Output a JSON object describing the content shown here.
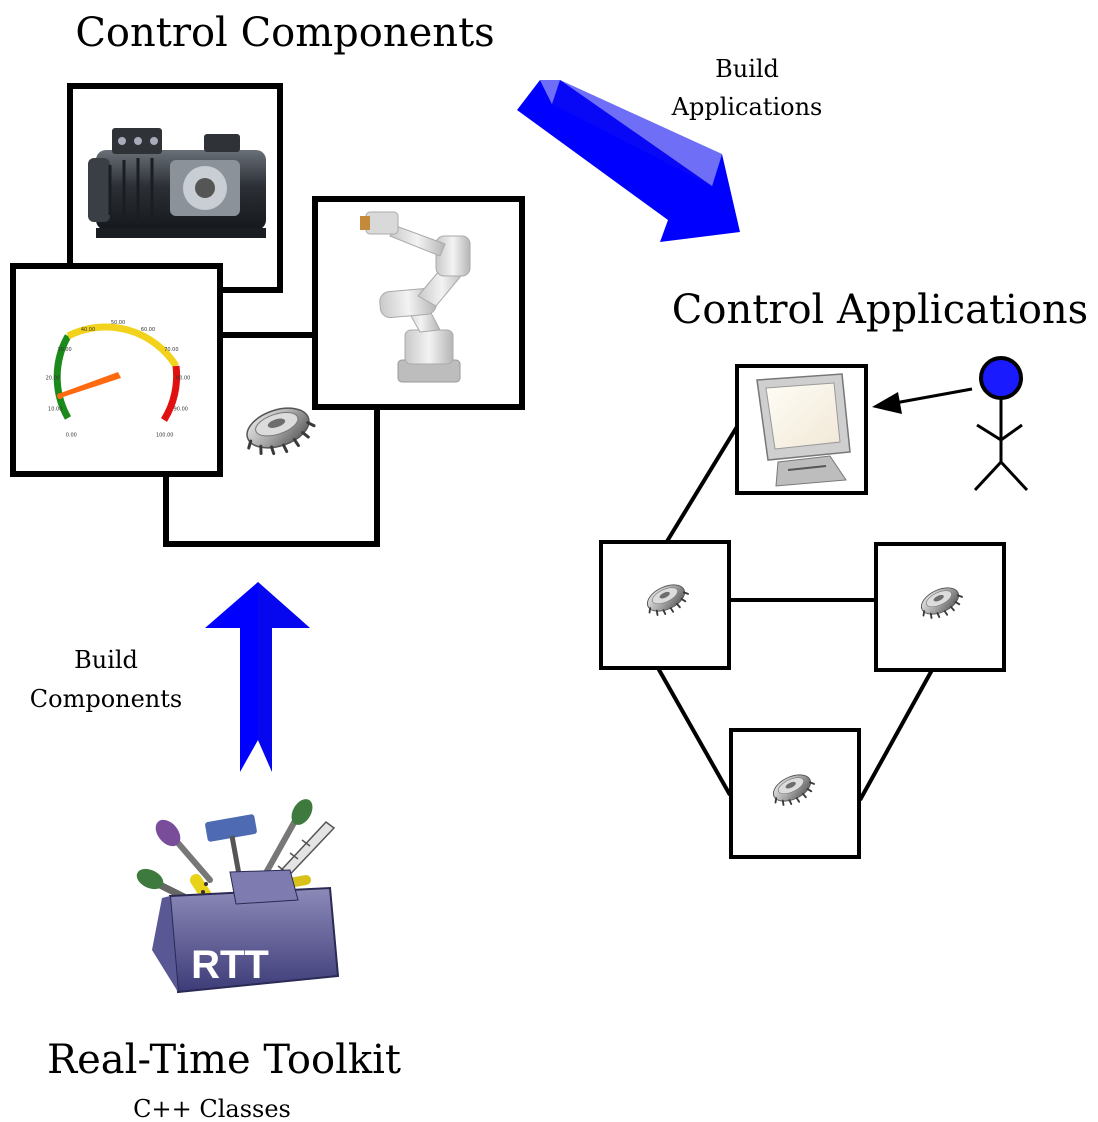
{
  "titles": {
    "control_components": "Control Components",
    "control_applications": "Control Applications",
    "real_time_toolkit": "Real-Time Toolkit",
    "cpp_classes": "C++ Classes"
  },
  "arrows": {
    "build_applications": [
      "Build",
      "Applications"
    ],
    "build_components": [
      "Build",
      "Components"
    ]
  },
  "gauge": {
    "tick_labels": [
      "0.00",
      "10.00",
      "20.00",
      "30.00",
      "40.00",
      "50.00",
      "60.00",
      "70.00",
      "80.00",
      "90.00",
      "100.00"
    ]
  },
  "toolbox": {
    "label": "RTT"
  },
  "icons": [
    "electric-motor-image",
    "speedometer-gauge-image",
    "industrial-robot-arm-image",
    "gear-icon",
    "computer-monitor-icon",
    "stick-figure-user-icon",
    "toolbox-icon"
  ],
  "colors": {
    "arrow_blue": "#0000ff",
    "user_head": "#1a1aff",
    "gauge_green": "#1a8a1a",
    "gauge_yellow": "#f2d21a",
    "gauge_red": "#e01010",
    "needle": "#ff6a10"
  }
}
